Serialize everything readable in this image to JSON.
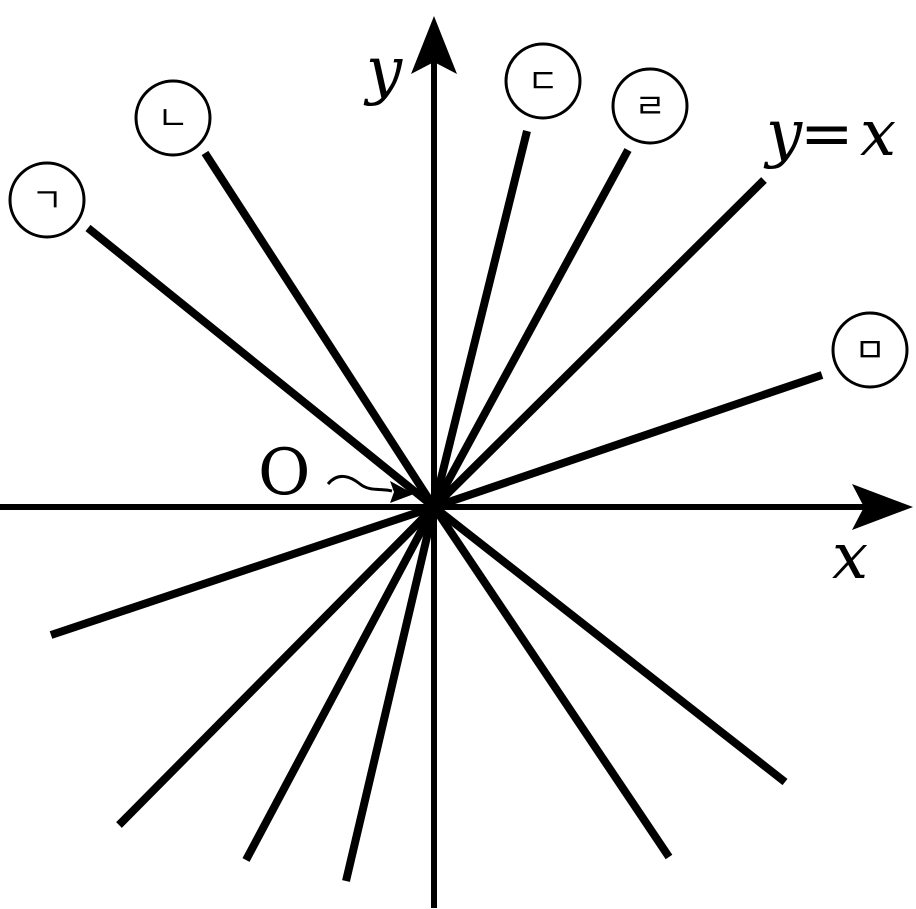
{
  "colors": {
    "ink": "#000000",
    "background": "#ffffff"
  },
  "axes": {
    "x_label": "x",
    "y_label": "y"
  },
  "origin_label": "O",
  "reference_line": {
    "label_y": "y",
    "label_eq": "=",
    "label_x": "x"
  },
  "lines": [
    {
      "marker": "ㄱ"
    },
    {
      "marker": "ㄴ"
    },
    {
      "marker": "ㄷ"
    },
    {
      "marker": "ㄹ"
    },
    {
      "marker": "ㅁ"
    }
  ]
}
